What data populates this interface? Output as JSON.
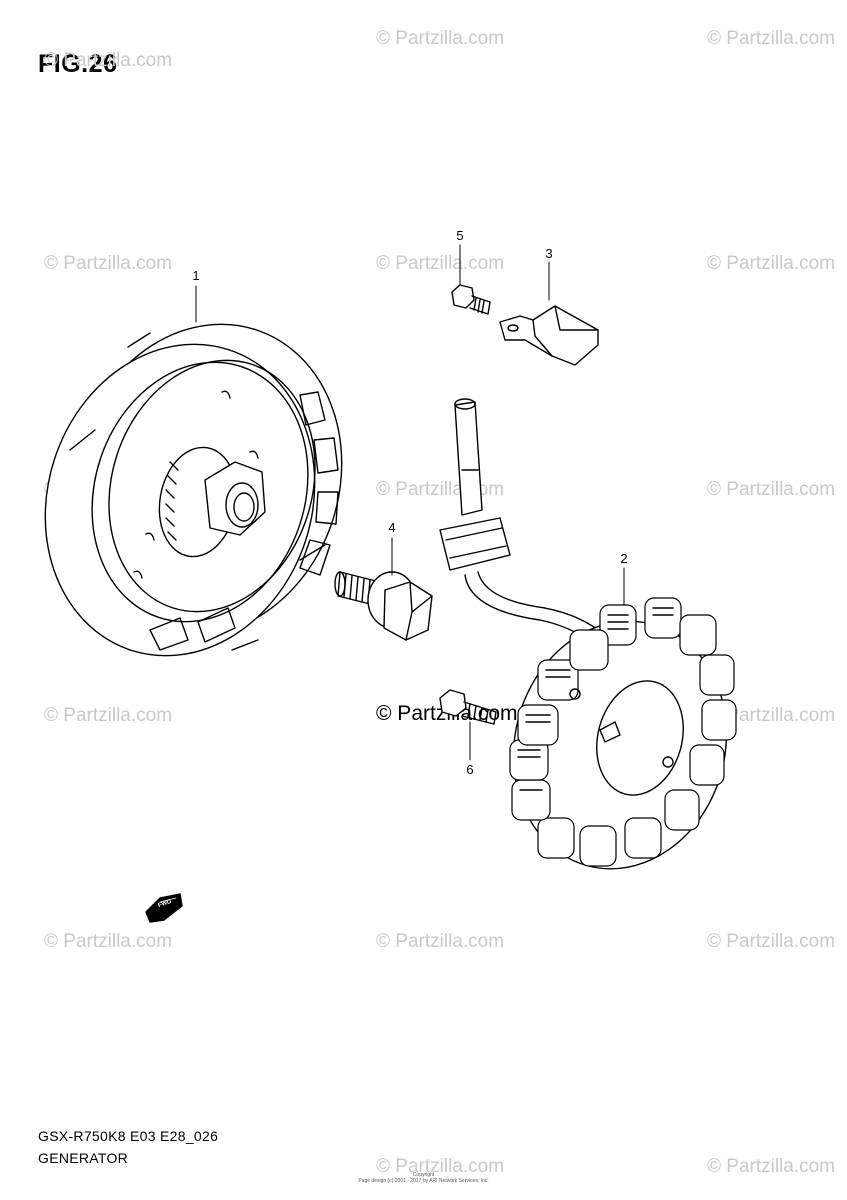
{
  "figure": {
    "title": "FIG.26",
    "model_code": "GSX-R750K8 E03 E28_026",
    "caption": "GENERATOR"
  },
  "watermark": {
    "text": "© Partzilla.com",
    "center_text": "© Partzilla.com"
  },
  "callouts": {
    "c1": "1",
    "c2": "2",
    "c3": "3",
    "c4": "4",
    "c5": "5",
    "c6": "6"
  },
  "fwd_label": "FWD",
  "footer": {
    "line1": "Copyright",
    "line2": "Page design (c) 2001 - 2017 by ARI Network Services, Inc."
  }
}
